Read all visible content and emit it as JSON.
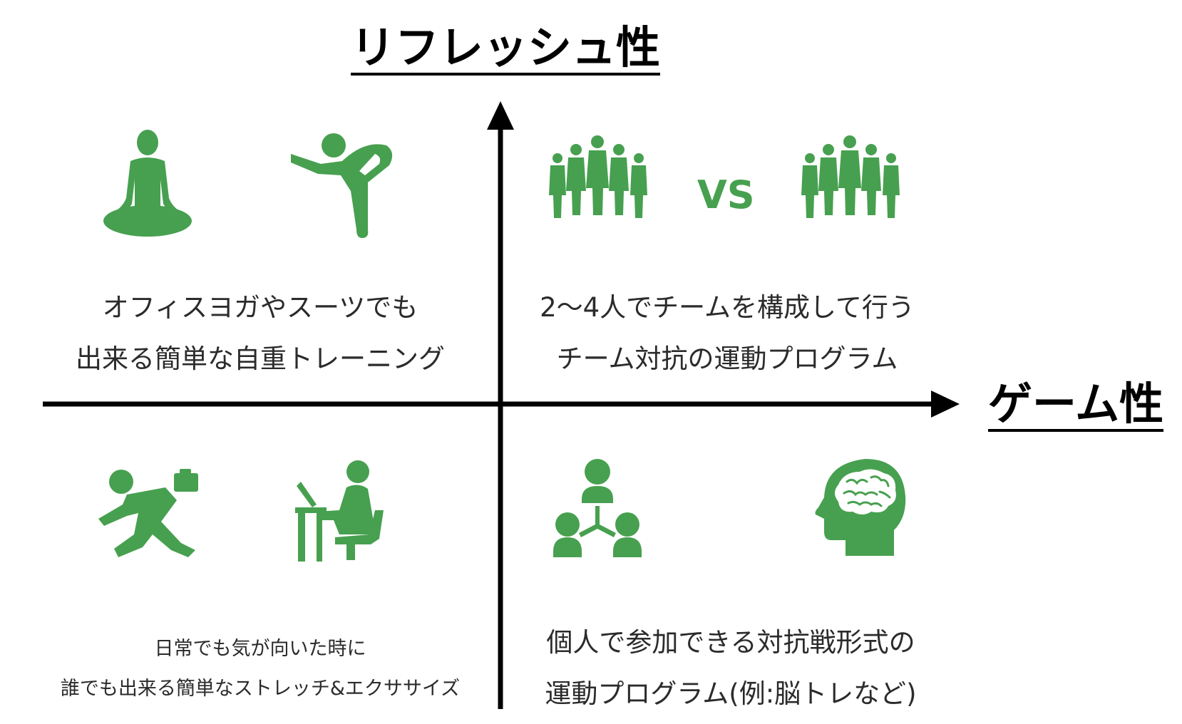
{
  "axes": {
    "vertical_title": "リフレッシュ性",
    "horizontal_title": "ゲーム性"
  },
  "colors": {
    "icon_green": "#47a04f",
    "axis": "#000000"
  },
  "quadrants": {
    "top_left": {
      "icons": [
        "meditation-icon",
        "yoga-pose-icon"
      ],
      "lines": [
        "オフィスヨガやスーツでも",
        "出来る簡単な自重トレーニング"
      ]
    },
    "top_right": {
      "icons": [
        "team-group-icon",
        "team-group-icon"
      ],
      "vs_label": "VS",
      "lines": [
        "2〜4人でチームを構成して行う",
        "チーム対抗の運動プログラム"
      ]
    },
    "bottom_left": {
      "icons": [
        "running-businessman-icon",
        "desk-worker-icon"
      ],
      "lines": [
        "日常でも気が向いた時に",
        "誰でも出来る簡単なストレッチ&エクササイズ"
      ]
    },
    "bottom_right": {
      "icons": [
        "people-network-icon",
        "brain-head-icon"
      ],
      "lines": [
        "個人で参加できる対抗戦形式の",
        "運動プログラム(例:脳トレなど)"
      ]
    }
  }
}
